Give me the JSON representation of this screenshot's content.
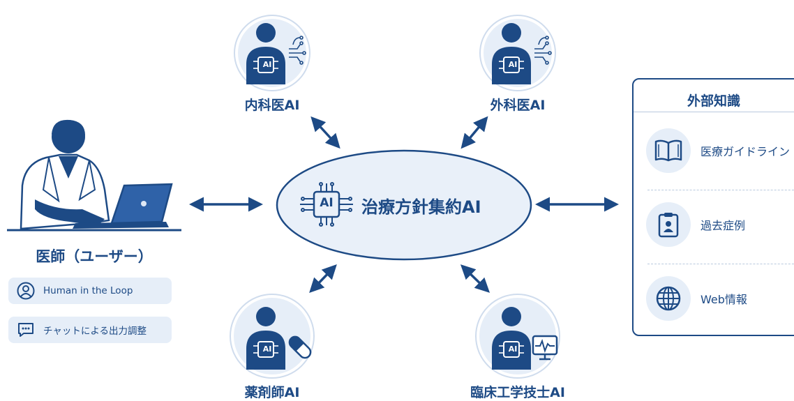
{
  "center": {
    "label": "治療方針集約AI",
    "chip": "AI"
  },
  "agents": {
    "internal": {
      "label": "内科医AI",
      "chip": "AI"
    },
    "surgeon": {
      "label": "外科医AI",
      "chip": "AI"
    },
    "pharmacist": {
      "label": "薬剤師AI",
      "chip": "AI"
    },
    "clinical_engineer": {
      "label": "臨床工学技士AI",
      "chip": "AI"
    }
  },
  "user": {
    "title": "医師（ユーザー）",
    "features": [
      {
        "icon": "person-circle-icon",
        "label": "Human in the Loop"
      },
      {
        "icon": "chat-bubble-icon",
        "label": "チャットによる出力調整"
      }
    ]
  },
  "knowledge": {
    "title": "外部知識",
    "items": [
      {
        "icon": "book-icon",
        "label": "医療ガイドライン"
      },
      {
        "icon": "clipboard-id-icon",
        "label": "過去症例"
      },
      {
        "icon": "globe-icon",
        "label": "Web情報"
      }
    ]
  },
  "colors": {
    "primary": "#1d4a85",
    "light": "#e6eef8",
    "ellipse": "#e9f0f9"
  }
}
